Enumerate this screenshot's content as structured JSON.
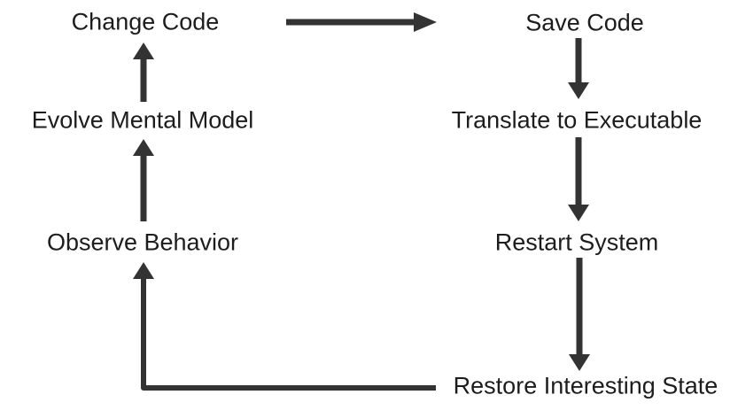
{
  "diagram": {
    "title": "edit-run feedback loop",
    "colors": {
      "background": "#ffffff",
      "text": "#1d1d1d",
      "arrow": "#333333"
    },
    "nodes": {
      "change_code": {
        "label": "Change Code"
      },
      "save_code": {
        "label": "Save Code"
      },
      "evolve_mental_model": {
        "label": "Evolve Mental Model"
      },
      "translate_to_executable": {
        "label": "Translate to Executable"
      },
      "observe_behavior": {
        "label": "Observe Behavior"
      },
      "restart_system": {
        "label": "Restart System"
      },
      "restore_interesting_state": {
        "label": "Restore Interesting State"
      }
    },
    "edges": [
      {
        "from": "Change Code",
        "to": "Save Code"
      },
      {
        "from": "Save Code",
        "to": "Translate to Executable"
      },
      {
        "from": "Translate to Executable",
        "to": "Restart System"
      },
      {
        "from": "Restart System",
        "to": "Restore Interesting State"
      },
      {
        "from": "Restore Interesting State",
        "to": "Observe Behavior"
      },
      {
        "from": "Observe Behavior",
        "to": "Evolve Mental Model"
      },
      {
        "from": "Evolve Mental Model",
        "to": "Change Code"
      }
    ]
  }
}
